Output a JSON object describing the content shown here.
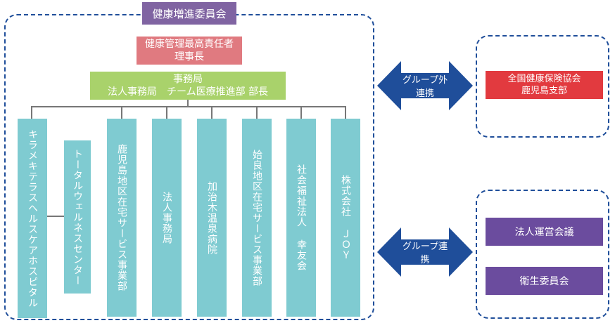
{
  "committee": "健康増進委員会",
  "director": {
    "line1": "健康管理最高責任者",
    "line2": "理事長"
  },
  "office": {
    "line1": "事務局",
    "line2": "法人事務局　チーム医療推進部 部長"
  },
  "departments": [
    "キラメキテラスヘルスケアホスピタル",
    "トータルウェルネスセンター",
    "鹿児島地区在宅サービス事業部",
    "法人事務局",
    "加治木温泉病院",
    "姶良地区在宅サービス事業部",
    "社会福祉法人 幸友会",
    "株式会社 ＪＯＹ"
  ],
  "external": {
    "arrow_label": "グループ外連携",
    "org": {
      "line1": "全国健康保険協会",
      "line2": "鹿児島支部"
    }
  },
  "group": {
    "arrow_label": "グループ連携",
    "items": [
      "法人運営会議",
      "衛生委員会"
    ]
  },
  "colors": {
    "committee": "#8064a2",
    "director": "#e07a80",
    "office": "#a9d26b",
    "department": "#7fcbd1",
    "external_org": "#e23a3f",
    "group_item": "#6b4c9e",
    "arrow": "#1f4e9a",
    "dashed_border": "#1f4e9a"
  }
}
